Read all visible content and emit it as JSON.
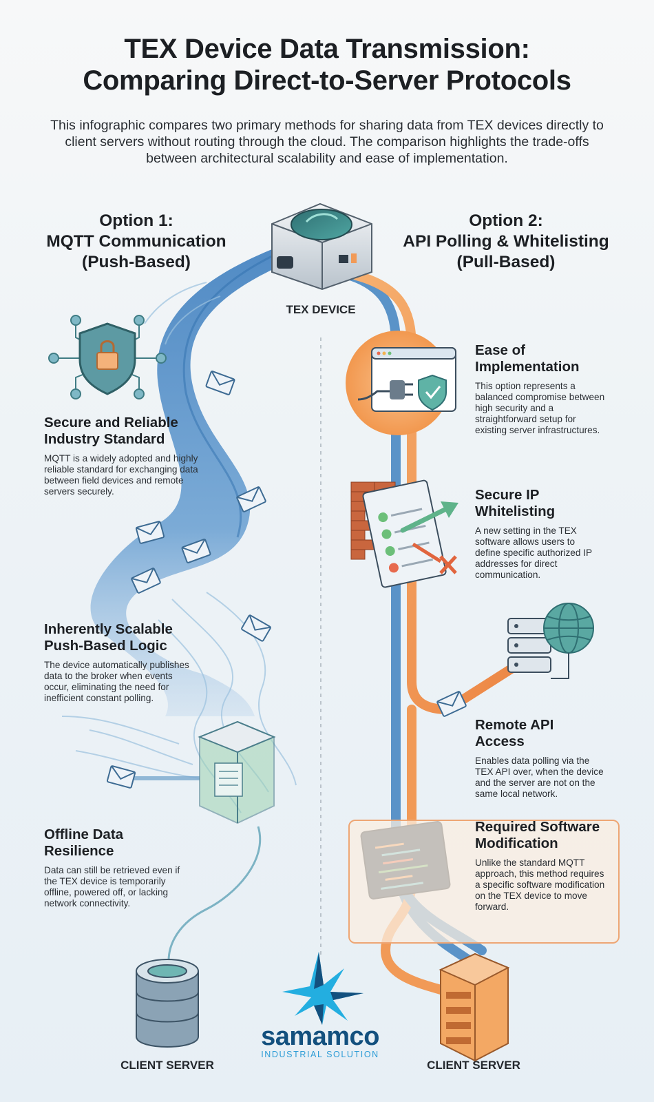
{
  "title_line1": "TEX Device Data Transmission:",
  "title_line2": "Comparing Direct-to-Server Protocols",
  "intro": "This infographic compares two primary methods for sharing data from TEX devices directly to client servers without routing through the cloud. The comparison highlights the trade-offs between architectural scalability and ease of implementation.",
  "option1": {
    "line1": "Option 1:",
    "line2": "MQTT Communication",
    "line3": "(Push-Based)"
  },
  "option2": {
    "line1": "Option 2:",
    "line2": "API Polling & Whitelisting",
    "line3": "(Pull-Based)"
  },
  "device_label": "TEX DEVICE",
  "left_sections": [
    {
      "title_l1": "Secure and Reliable",
      "title_l2": "Industry Standard",
      "body": "MQTT is a widely adopted and highly reliable standard for exchanging data between field devices and remote servers securely."
    },
    {
      "title_l1": "Inherently Scalable",
      "title_l2": "Push-Based Logic",
      "body": "The device automatically publishes data to the broker when events occur, eliminating the need for inefficient constant polling."
    },
    {
      "title_l1": "Offline Data",
      "title_l2": "Resilience",
      "body": "Data can still be retrieved even if the TEX device is temporarily offline, powered off, or lacking network connectivity."
    }
  ],
  "right_sections": [
    {
      "title_l1": "Ease of",
      "title_l2": "Implementation",
      "body": "This option represents a balanced compromise between high security and a straightforward setup for existing server infrastructures."
    },
    {
      "title_l1": "Secure IP",
      "title_l2": "Whitelisting",
      "body": "A new setting in the TEX software allows users to define specific authorized IP addresses for direct communication."
    },
    {
      "title_l1": "Remote API Access",
      "title_l2": "",
      "body": "Enables data polling via the TEX API over, when the device and the server are not on the same local network."
    },
    {
      "title_l1": "Required Software",
      "title_l2": "Modification",
      "body": "Unlike the standard MQTT approach, this method requires a specific software modification on the TEX device to move forward."
    }
  ],
  "client_left": "CLIENT SERVER",
  "client_right": "CLIENT SERVER",
  "logo": {
    "name": "samamco",
    "tagline": "INDUSTRIAL SOLUTION"
  },
  "colors": {
    "blue": "#4f8fc7",
    "orange": "#f19a57",
    "navy": "#13507e",
    "teal": "#3e8f8a"
  }
}
